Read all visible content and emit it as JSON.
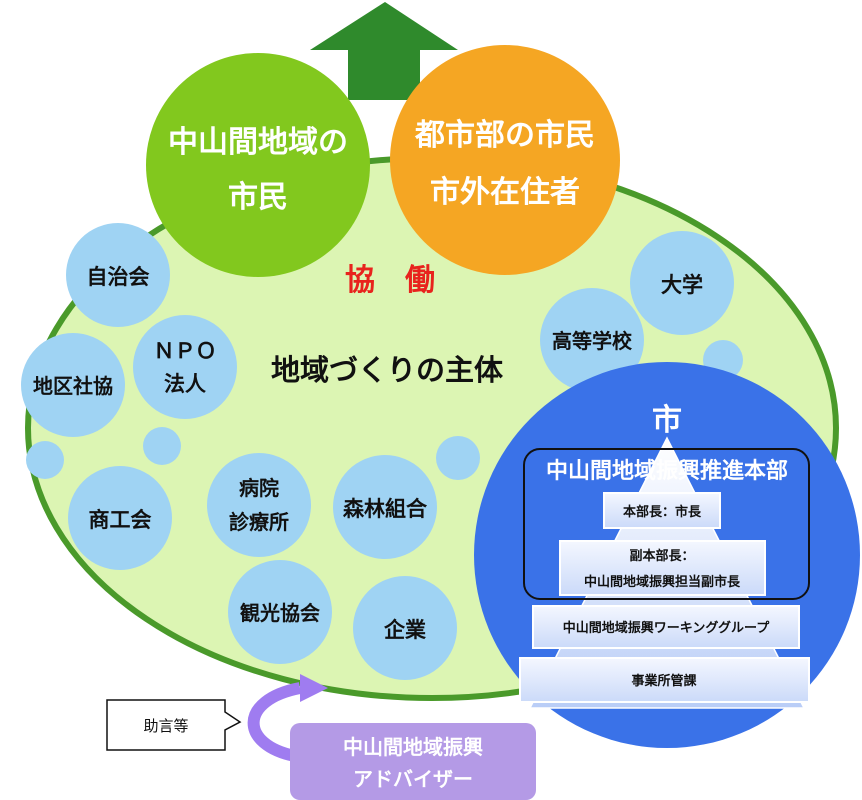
{
  "colors": {
    "ellipse_fill": "#dcf5b3",
    "ellipse_stroke": "#4a9a2a",
    "arrow_green": "#2f8a2c",
    "circle_green": "#82c81e",
    "circle_orange": "#f5a623",
    "bubble_blue": "#9fd3f3",
    "city_blue": "#3a72e8",
    "title_red": "#e8231d",
    "advisor_purple": "#b49ae6",
    "curve_purple": "#9f7cf0"
  },
  "top_circles": {
    "left": {
      "line1": "中山間地域の",
      "line2": "市民"
    },
    "right": {
      "line1": "都市部の市民",
      "line2": "市外在住者"
    }
  },
  "ellipse": {
    "kyodo": "協　働",
    "center": "地域づくりの主体"
  },
  "bubbles": {
    "jichikai": "自治会",
    "npo_line1": "ＮＰＯ",
    "npo_line2": "法人",
    "chikushakyo": "地区社協",
    "shokokai": "商工会",
    "byoin_line1": "病院",
    "byoin_line2": "診療所",
    "shinrin": "森林組合",
    "kanko": "観光協会",
    "kigyo": "企業",
    "daigaku": "大学",
    "koto": "高等学校"
  },
  "city": {
    "title": "市",
    "hq_title": "中山間地域振興推進本部",
    "level1": "本部長：市長",
    "level2_line1": "副本部長：",
    "level2_line2": "中山間地域振興担当副市長",
    "level3": "中山間地域振興ワーキンググループ",
    "level4": "事業所管課"
  },
  "advice": "助言等",
  "advisor": {
    "line1": "中山間地域振興",
    "line2": "アドバイザー"
  }
}
